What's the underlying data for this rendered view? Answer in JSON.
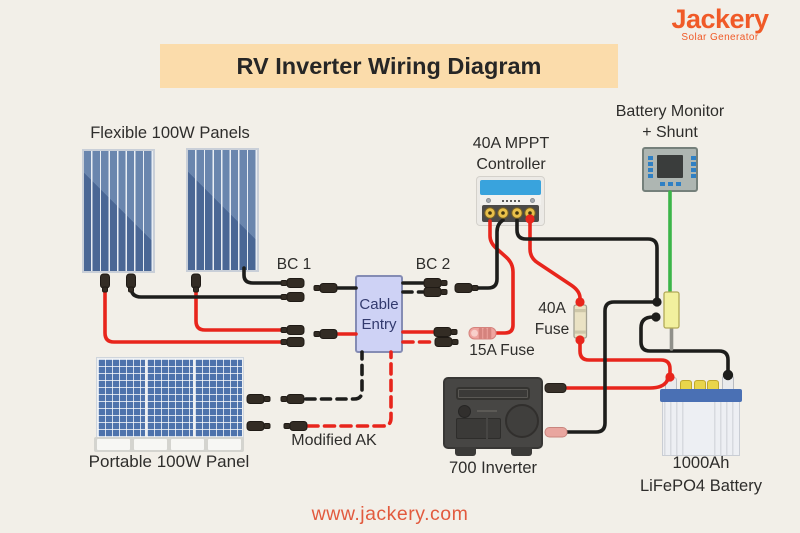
{
  "header": {
    "brand": "Jackery",
    "brand_subtitle": "Solar Generator",
    "title": "RV Inverter Wiring Diagram"
  },
  "footer": {
    "website": "www.jackery.com"
  },
  "components": {
    "flexible_panels": {
      "label": "Flexible 100W Panels"
    },
    "portable_panel": {
      "label": "Portable 100W Panel"
    },
    "branch_connector_1": {
      "label": "BC 1"
    },
    "branch_connector_2": {
      "label": "BC 2"
    },
    "cable_entry": {
      "label_line1": "Cable",
      "label_line2": "Entry"
    },
    "fuse_15a": {
      "label": "15A Fuse"
    },
    "fuse_40a": {
      "label_line1": "40A",
      "label_line2": "Fuse"
    },
    "mppt_controller": {
      "label_line1": "40A MPPT",
      "label_line2": "Controller"
    },
    "battery_monitor": {
      "label_line1": "Battery Monitor",
      "label_line2": "+ Shunt"
    },
    "modified_ak": {
      "label": "Modified AK"
    },
    "inverter": {
      "label": "700 Inverter"
    },
    "battery": {
      "label_line1": "1000Ah",
      "label_line2": "LiFePO4 Battery"
    }
  },
  "colors": {
    "background": "#f2efe8",
    "title_band": "#fbdcab",
    "brand_orange": "#f05a28",
    "wire_positive_red": "#e8251c",
    "wire_negative_black": "#1d1d1b",
    "wire_monitor_green": "#3cb549",
    "panel_blue": "#4e73ac",
    "cable_entry_fill": "#ced2f5",
    "mppt_blue": "#39a3dd",
    "shunt_yellow": "#f2f09e",
    "fuse40_beige": "#eae2c4",
    "fuse15_pink": "#efa49f",
    "battery_top_blue": "#4a70b4"
  }
}
